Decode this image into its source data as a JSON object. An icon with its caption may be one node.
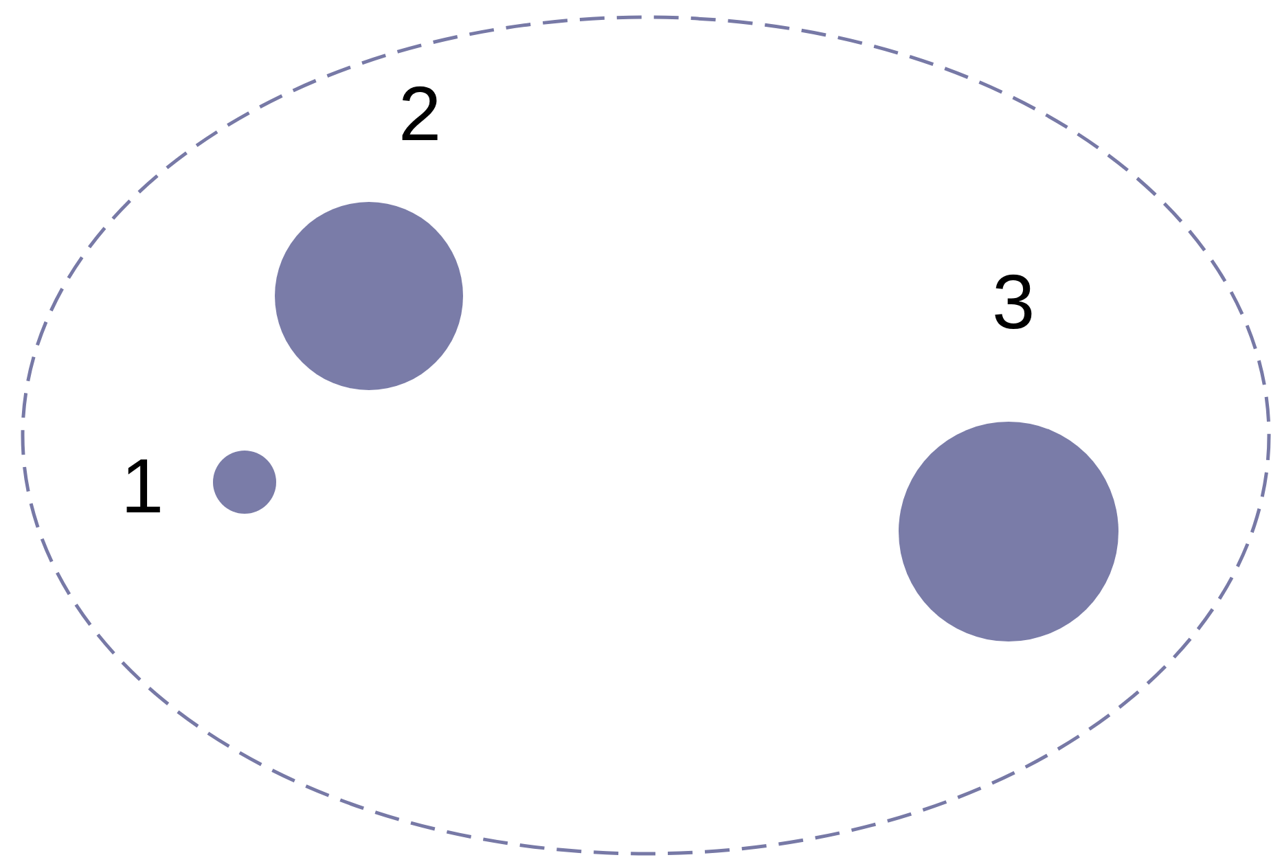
{
  "diagram": {
    "nodes": [
      {
        "text": [],
        "shape": "ellipse"
      },
      {
        "text": [],
        "shape": "circle",
        "in": 0,
        "beside": [
          "1"
        ]
      },
      {
        "text": [],
        "shape": "circle",
        "in": 0,
        "beside": [
          "2"
        ]
      },
      {
        "text": [],
        "shape": "circle",
        "in": 0,
        "beside": [
          "3"
        ]
      }
    ]
  }
}
